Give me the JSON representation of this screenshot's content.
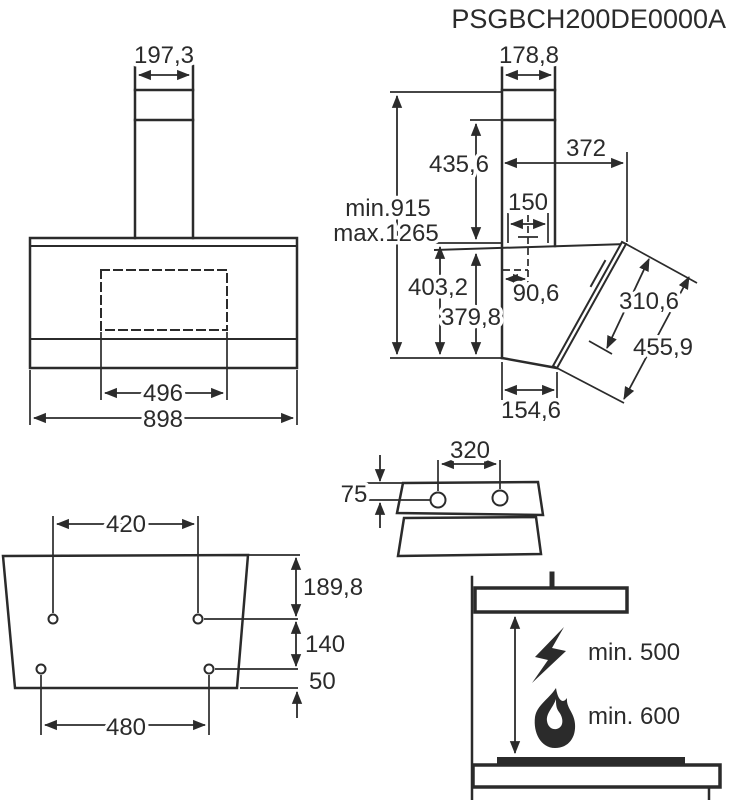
{
  "title": "PSGBCH200DE0000A",
  "colors": {
    "line": "#2b2b2b",
    "background": "#ffffff"
  },
  "views": {
    "front": {
      "dims": {
        "chimney_width": "197,3",
        "inner_width": "496",
        "total_width": "898"
      }
    },
    "side": {
      "dims": {
        "chimney_depth": "178,8",
        "height_min": "min.915",
        "height_max": "max.1265",
        "upper_section": "435,6",
        "duct_width": "150",
        "depth_total": "372",
        "lower_section": "403,2",
        "body_front_height": "379,8",
        "duct_offset": "90,6",
        "glass_length": "310,6",
        "front_panel_length": "455,9",
        "bottom_depth": "154,6"
      }
    },
    "top": {
      "dims": {
        "bracket_hole_spacing": "320",
        "bracket_hole_offset": "75"
      }
    },
    "back": {
      "dims": {
        "upper_hole_spacing": "420",
        "lower_hole_spacing": "480",
        "top_to_upper_holes": "189,8",
        "upper_to_lower_holes": "140",
        "lower_holes_to_bottom": "50"
      }
    },
    "clearance": {
      "electric_min": "min. 500",
      "gas_min": "min. 600"
    }
  }
}
